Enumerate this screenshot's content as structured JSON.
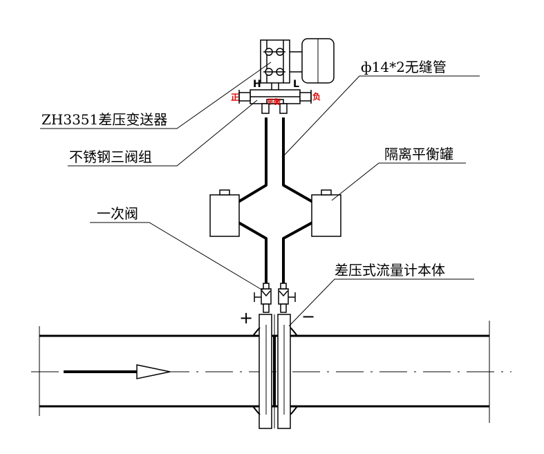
{
  "labels": {
    "transmitter": "ZH3351差压变送器",
    "manifold": "不锈钢三阀组",
    "pipe": "ф14*2无缝管",
    "isolation_tank": "隔离平衡罐",
    "primary_valve": "一次阀",
    "flowmeter_body": "差压式流量计本体"
  },
  "ports": {
    "high": "H",
    "low": "L",
    "positive": "正",
    "negative": "负",
    "balance": "平衡"
  },
  "signs": {
    "plus": "+",
    "minus": "−"
  },
  "colors": {
    "line": "#000000",
    "marker": "#e00000"
  }
}
